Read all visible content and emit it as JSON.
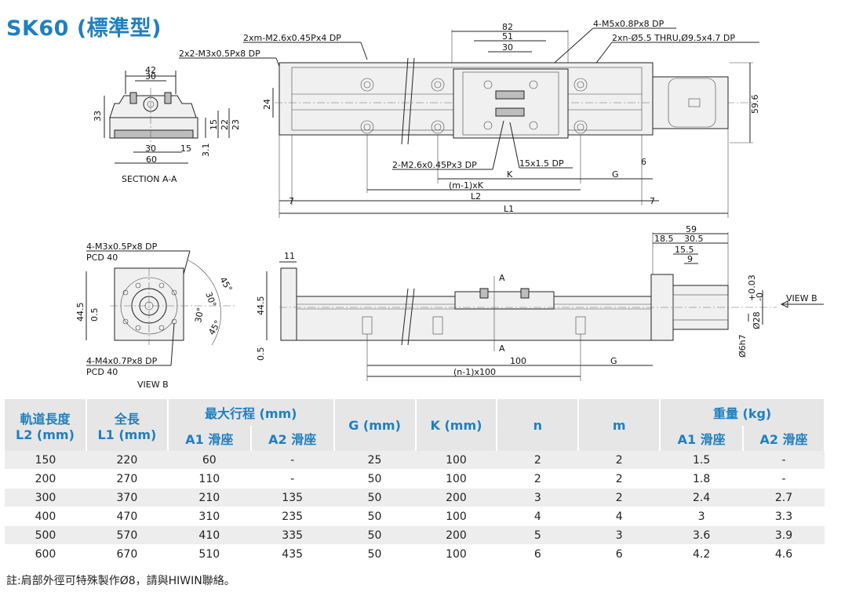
{
  "title": "SK60 (標準型)",
  "labels": {
    "section_aa": "SECTION A-A",
    "view_b": "VIEW B",
    "view_b_arrow": "VIEW B",
    "a_marker": "A",
    "top_dims": {
      "d82": "82",
      "d51": "51",
      "d30": "30",
      "thread_top_right": "4-M5x0.8Px8 DP",
      "thread_xm": "2xm-M2.6x0.45Px4 DP",
      "thread_x2": "2x2-M3x0.5Px8 DP",
      "thru": "2xn-Ø5.5 THRU,Ø9.5x4.7 DP",
      "d24": "24",
      "d59_6": "59.6",
      "thread_bottom": "2-M2.6x0.45Px3 DP",
      "d15x1_5": "15x1.5 DP",
      "k": "K",
      "g": "G",
      "d6": "6",
      "m_1_k": "(m-1)xK",
      "l2": "L2",
      "d7a": "7",
      "d7b": "7",
      "l1": "L1"
    },
    "section": {
      "d42": "42",
      "d30": "30",
      "d33": "33",
      "d15": "15",
      "d22": "22",
      "d23": "23",
      "d30b": "30",
      "d15b": "15",
      "d60": "60",
      "d3_1": "3.1"
    },
    "flange": {
      "thread1": "4-M3x0.5Px8 DP",
      "pcd1": "PCD 40",
      "thread2": "4-M4x0.7Px8 DP",
      "pcd2": "PCD 40",
      "a45": "45°",
      "a30": "30°",
      "a30b": "30°",
      "a45b": "45°",
      "d44_5": "44.5",
      "d0_5": "0.5"
    },
    "side": {
      "d11": "11",
      "d44_5": "44.5",
      "d0_5": "0.5",
      "d100": "100",
      "g": "G",
      "n_1": "(n-1)x100",
      "d59": "59",
      "d18_5": "18.5",
      "d30_5": "30.5",
      "d15_5": "15.5",
      "d9": "9",
      "d28": "Ø28",
      "tol": "+0.03",
      "tol0": "-0",
      "d6h7": "Ø6h7"
    }
  },
  "table": {
    "headers": {
      "rail_length": "軌道長度",
      "rail_length_unit": "L2 (mm)",
      "total_length": "全長",
      "total_length_unit": "L1 (mm)",
      "max_stroke": "最大行程 (mm)",
      "a1": "A1 滑座",
      "a2": "A2 滑座",
      "g": "G (mm)",
      "k": "K (mm)",
      "n": "n",
      "m": "m",
      "weight": "重量 (kg)",
      "w_a1": "A1 滑座",
      "w_a2": "A2 滑座"
    },
    "rows": [
      [
        "150",
        "220",
        "60",
        "-",
        "25",
        "100",
        "2",
        "2",
        "1.5",
        "-"
      ],
      [
        "200",
        "270",
        "110",
        "-",
        "50",
        "100",
        "2",
        "2",
        "1.8",
        "-"
      ],
      [
        "300",
        "370",
        "210",
        "135",
        "50",
        "200",
        "3",
        "2",
        "2.4",
        "2.7"
      ],
      [
        "400",
        "470",
        "310",
        "235",
        "50",
        "100",
        "4",
        "4",
        "3",
        "3.3"
      ],
      [
        "500",
        "570",
        "410",
        "335",
        "50",
        "200",
        "5",
        "3",
        "3.6",
        "3.9"
      ],
      [
        "600",
        "670",
        "510",
        "435",
        "50",
        "100",
        "6",
        "6",
        "4.2",
        "4.6"
      ]
    ]
  },
  "note": "註:肩部外徑可特殊製作Ø8，請與HIWIN聯絡。"
}
